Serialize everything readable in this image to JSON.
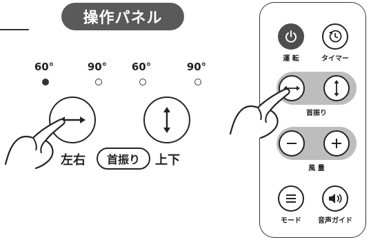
{
  "panel": {
    "title": "操作パネル",
    "angles": [
      "60°",
      "90°",
      "60°",
      "90°"
    ],
    "left_right_label": "左右",
    "swing_label": "首振り",
    "up_down_label": "上下"
  },
  "remote": {
    "power_label": "運 転",
    "timer_label": "タイマー",
    "swing_label": "首振り",
    "fan_label": "風 量",
    "mode_label": "モード",
    "voice_label": "音声ガイド"
  },
  "icons": {
    "left_right": "double-arrow-horizontal-icon",
    "up_down": "double-arrow-vertical-icon",
    "power": "power-icon",
    "timer": "timer-clock-icon",
    "minus": "minus-icon",
    "plus": "plus-icon",
    "mode": "menu-lines-icon",
    "voice": "speaker-icon",
    "hand": "pointing-hand-icon"
  },
  "state": {
    "selected_angle_index": 0
  },
  "colors": {
    "dark": "#4e4e4e",
    "bar": "#bdbdbd",
    "stroke": "#222222"
  }
}
